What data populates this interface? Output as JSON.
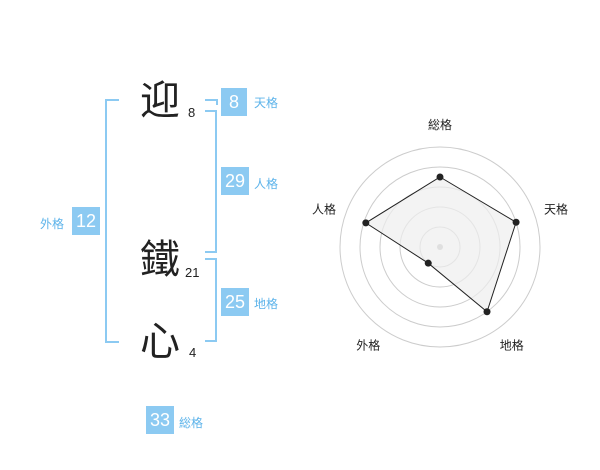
{
  "name": {
    "chars": [
      {
        "char": "迎",
        "strokes": "8"
      },
      {
        "char": "鐵",
        "strokes": "21"
      },
      {
        "char": "心",
        "strokes": "4"
      }
    ]
  },
  "fortunes": {
    "tenkaku": {
      "value": "8",
      "label": "天格"
    },
    "jinkaku": {
      "value": "29",
      "label": "人格"
    },
    "chikaku": {
      "value": "25",
      "label": "地格"
    },
    "gaikaku": {
      "value": "12",
      "label": "外格"
    },
    "soukaku": {
      "value": "33",
      "label": "総格"
    }
  },
  "colors": {
    "accent": "#8ccaf2",
    "label": "#5cb3ea",
    "radar_fill": "#eeeeee",
    "radar_ring": "#cccccc"
  },
  "chart_data": {
    "type": "radar",
    "axes": [
      "総格",
      "天格",
      "地格",
      "外格",
      "人格"
    ],
    "values": [
      3.5,
      4.0,
      4.0,
      1.0,
      3.9
    ],
    "rlim": [
      0,
      5
    ],
    "rings": 5
  }
}
